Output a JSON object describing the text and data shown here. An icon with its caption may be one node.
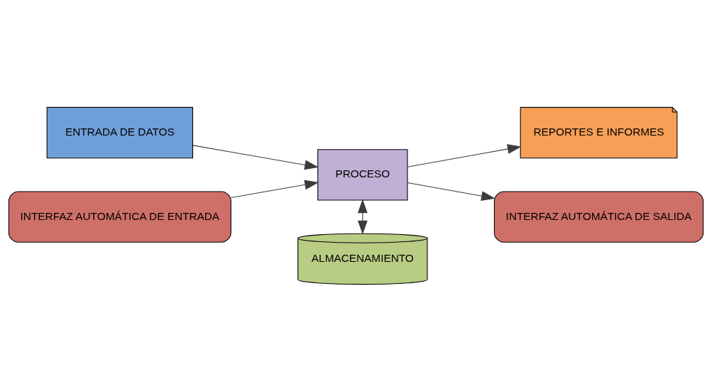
{
  "diagram": {
    "nodes": [
      {
        "text": [
          "ENTRADA DE DATOS"
        ]
      },
      {
        "text": [
          "REPORTES E INFORMES"
        ]
      },
      {
        "text": [
          "PROCESO"
        ]
      },
      {
        "text": [
          "INTERFAZ AUTOMÁTICA DE ENTRADA"
        ]
      },
      {
        "text": [
          "INTERFAZ AUTOMÁTICA DE SALIDA"
        ]
      },
      {
        "text": [
          "ALMACENAMIENTO"
        ]
      }
    ],
    "edges": [
      {
        "from": 0,
        "to": 2,
        "arrow": "to"
      },
      {
        "from": 3,
        "to": 2,
        "arrow": "to"
      },
      {
        "from": 2,
        "to": 1,
        "arrow": "to"
      },
      {
        "from": 2,
        "to": 4,
        "arrow": "to"
      },
      {
        "from": 2,
        "to": 5,
        "arrow": "both"
      }
    ]
  }
}
